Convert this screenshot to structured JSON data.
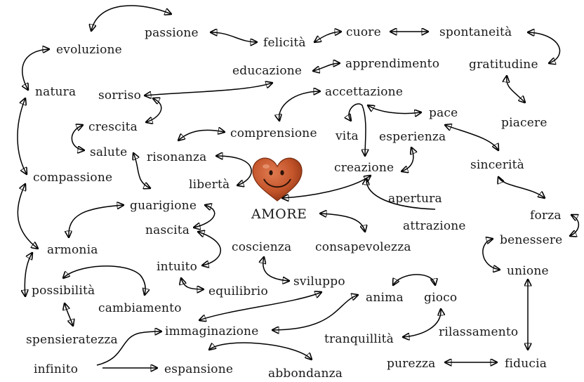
{
  "center": {
    "label": "AMORE"
  },
  "words": {
    "passione": "passione",
    "evoluzione": "evoluzione",
    "felicita": "felicità",
    "cuore": "cuore",
    "spontaneita": "spontaneità",
    "educazione": "educazione",
    "apprendimento": "apprendimento",
    "gratitudine": "gratitudine",
    "natura": "natura",
    "sorriso": "sorriso",
    "accettazione": "accettazione",
    "pace": "pace",
    "piacere": "piacere",
    "crescita": "crescita",
    "comprensione": "comprensione",
    "vita": "vita",
    "esperienza": "esperienza",
    "salute": "salute",
    "risonanza": "risonanza",
    "sincerita": "sincerità",
    "creazione": "creazione",
    "compassione": "compassione",
    "liberta": "libertà",
    "apertura": "apertura",
    "guarigione": "guarigione",
    "forza": "forza",
    "attrazione": "attrazione",
    "nascita": "nascita",
    "benessere": "benessere",
    "armonia": "armonia",
    "coscienza": "coscienza",
    "consapevolezza": "consapevolezza",
    "intuito": "intuito",
    "unione": "unione",
    "possibilita": "possibilità",
    "sviluppo": "sviluppo",
    "equilibrio": "equilibrio",
    "anima": "anima",
    "gioco": "gioco",
    "cambiamento": "cambiamento",
    "spensieratezza": "spensieratezza",
    "immaginazione": "immaginazione",
    "rilassamento": "rilassamento",
    "tranquillita": "tranquillità",
    "infinito": "infinito",
    "espansione": "espansione",
    "abbondanza": "abbondanza",
    "purezza": "purezza",
    "fiducia": "fiducia"
  },
  "colors": {
    "heart_fill": "#c4552b",
    "heart_dark": "#8e3413",
    "arrow": "#000000"
  }
}
